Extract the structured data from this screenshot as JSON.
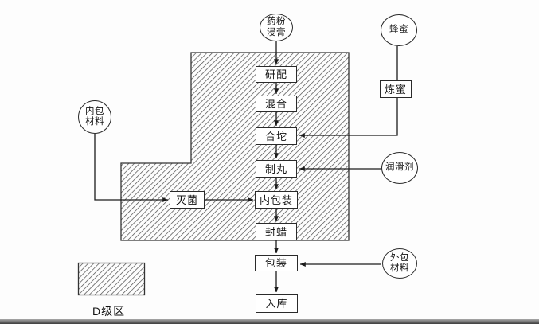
{
  "flow": {
    "sources": {
      "powder_extract": {
        "line1": "药粉",
        "line2": "浸膏"
      },
      "honey": {
        "label": "蜂蜜"
      },
      "inner_pack_material": {
        "line1": "内包",
        "line2": "材料"
      },
      "lubricant": {
        "label": "润滑剂"
      },
      "outer_pack_material": {
        "line1": "外包",
        "line2": "材料"
      }
    },
    "steps": {
      "grind_blend": "研配",
      "mix": "混合",
      "form_mass": "合坨",
      "make_pills": "制丸",
      "inner_packaging": "内包装",
      "wax_sealing": "封蜡",
      "packaging": "包装",
      "warehouse_in": "入库",
      "refine_honey": "炼蜜",
      "sterilize": "灭菌"
    },
    "legend": {
      "label": "D级区"
    },
    "colors": {
      "line": "#2a2a2a",
      "hatch_stroke": "#4a4a4a",
      "box_fill": "#ffffff",
      "background": "#fdfdfd"
    }
  }
}
